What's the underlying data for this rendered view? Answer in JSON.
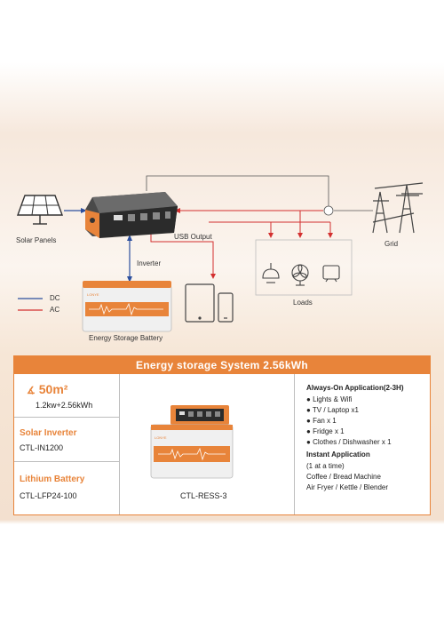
{
  "diagram": {
    "labels": {
      "solar_panels": "Solar Panels",
      "grid": "Grid",
      "usb_output": "USB Output",
      "inverter": "Inverter",
      "loads": "Loads",
      "battery": "Energy Storage Battery",
      "dc": "DC",
      "ac": "AC"
    },
    "colors": {
      "dc": "#2c4f9e",
      "ac": "#d32f2f",
      "line": "#555555",
      "accent": "#e8843a"
    }
  },
  "spec": {
    "title": "Energy storage System 2.56kWh",
    "area": "50m²",
    "area_icon": "solar-angle-icon",
    "capacity": "1.2kw+2.56kWh",
    "inverter_label": "Solar Inverter",
    "inverter_model": "CTL-IN1200",
    "battery_label": "Lithium Battery",
    "battery_model": "CTL-LFP24-100",
    "product_model": "CTL-RESS-3",
    "always_on_title": "Always-On Application(2-3H)",
    "always_on_items": [
      "Lights & Wifi",
      "TV / Laptop x1",
      "Fan x 1",
      "Fridge x 1",
      "Clothes / Dishwasher x 1"
    ],
    "instant_title": "Instant Application",
    "instant_note": "(1 at a time)",
    "instant_items": [
      "Coffee / Bread Machine",
      "Air Fryer / Kettle / Blender"
    ]
  }
}
